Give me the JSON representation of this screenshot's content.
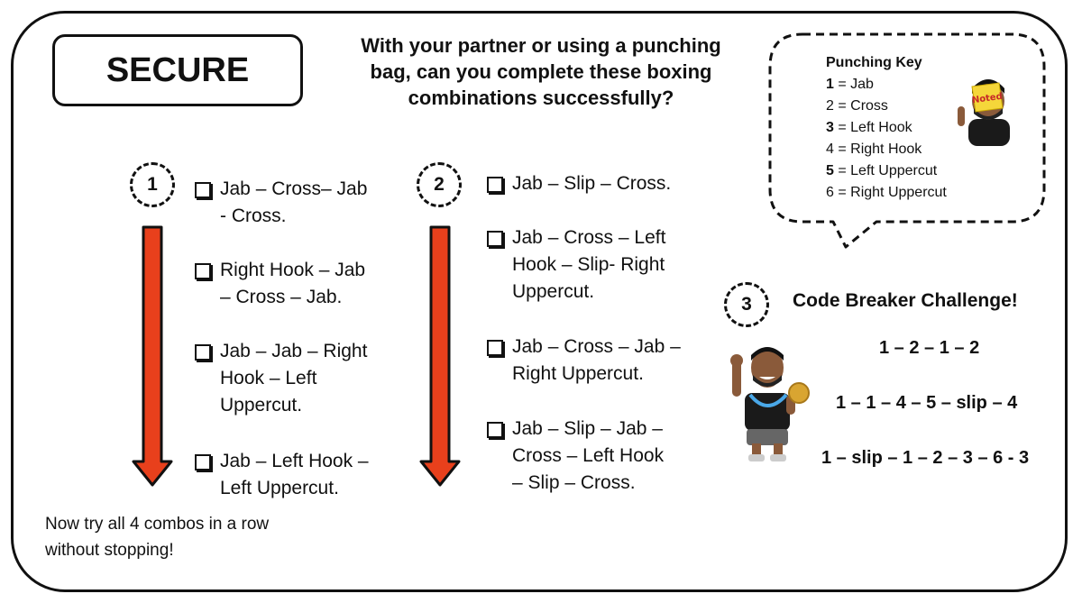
{
  "title": "SECURE",
  "instructions": "With your partner or using a punching bag, can you complete these boxing combinations successfully?",
  "section1": {
    "number": "1",
    "combos": [
      [
        "Jab – Cross– Jab",
        "- Cross."
      ],
      [
        "Right Hook – Jab",
        "– Cross – Jab."
      ],
      [
        "Jab – Jab – Right",
        "Hook – Left",
        "Uppercut."
      ],
      [
        "Jab – Left Hook –",
        "Left Uppercut."
      ]
    ],
    "footer": "Now try all 4 combos in a row without stopping!"
  },
  "section2": {
    "number": "2",
    "combos": [
      [
        "Jab – Slip – Cross."
      ],
      [
        "Jab – Cross – Left",
        "Hook – Slip- Right",
        "Uppercut."
      ],
      [
        "Jab – Cross – Jab –",
        "Right Uppercut."
      ],
      [
        "Jab – Slip – Jab –",
        "Cross – Left Hook",
        "– Slip – Cross."
      ]
    ]
  },
  "punching_key": {
    "title": "Punching Key",
    "items": [
      {
        "num": "1",
        "label": " = Jab",
        "bold": true
      },
      {
        "num": "2",
        "label": " = Cross",
        "bold": false
      },
      {
        "num": "3",
        "label": " = Left Hook",
        "bold": true
      },
      {
        "num": "4",
        "label": " = Right Hook",
        "bold": false
      },
      {
        "num": "5",
        "label": " = Left Uppercut",
        "bold": true
      },
      {
        "num": "6",
        "label": " = Right Uppercut",
        "bold": false
      }
    ],
    "sign_text": "Noted"
  },
  "section3": {
    "number": "3",
    "title": "Code Breaker Challenge!",
    "codes": [
      "1 – 2 – 1 – 2",
      "1 – 1 – 4 – 5 – slip – 4",
      "1 – slip – 1 – 2 – 3 – 6 - 3"
    ]
  },
  "colors": {
    "arrow": "#e8401c",
    "outline": "#111111"
  }
}
